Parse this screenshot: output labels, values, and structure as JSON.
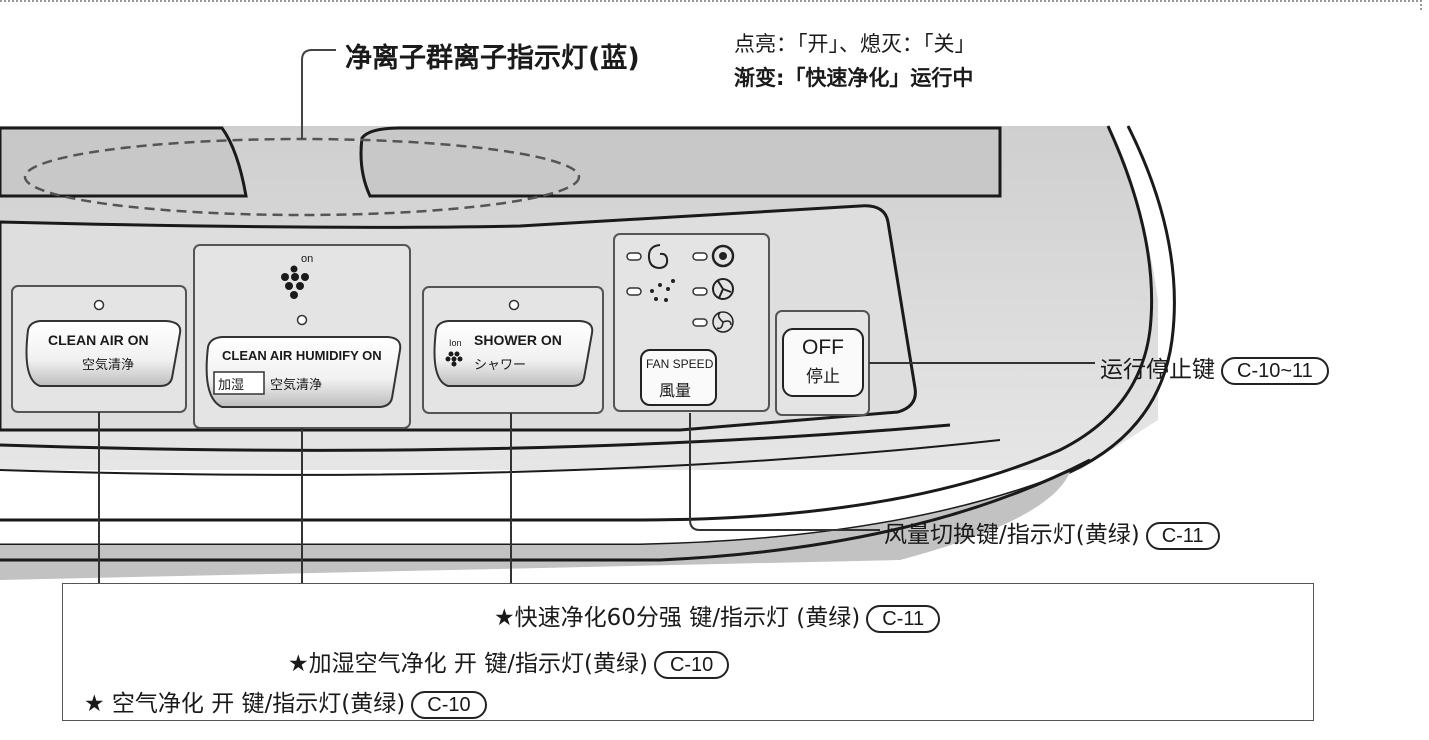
{
  "ion_indicator": {
    "title": "净离子群离子指示灯(蓝)",
    "note_line1": "点亮：「开」、熄灭：「关」",
    "note_line2": "渐变:「快速净化」运行中"
  },
  "panel": {
    "clean_air": {
      "line1": "CLEAN AIR ON",
      "line2": "空気清浄"
    },
    "humidify": {
      "ion_mark": "on",
      "line1": "CLEAN AIR HUMIDIFY ON",
      "tag": "加湿",
      "line2": "空気清浄"
    },
    "shower": {
      "ion_mark": "Ion",
      "line1": "SHOWER ON",
      "line2": "シャワー"
    },
    "fan": {
      "line1": "FAN SPEED",
      "line2": "風量"
    },
    "off": {
      "line1": "OFF",
      "line2": "停止"
    }
  },
  "callouts": {
    "stop": {
      "text": "运行停止键",
      "ref": "C-10~11"
    },
    "fan": {
      "text": "风量切换键/指示灯(黄绿)",
      "ref": "C-11"
    }
  },
  "legend": {
    "item1": {
      "star": "★",
      "text": "快速净化60分强 键/指示灯 (黄绿)",
      "ref": "C-11"
    },
    "item2": {
      "star": "★",
      "text": "加湿空气净化 开 键/指示灯(黄绿)",
      "ref": "C-10"
    },
    "item3": {
      "star": "★",
      "text": " 空气净化 开 键/指示灯(黄绿)",
      "ref": "C-10"
    }
  },
  "colors": {
    "body_gray": "#d9d9d9",
    "outline": "#1a1a1a",
    "led": "#ffffff",
    "ion_dash": "#555555"
  }
}
